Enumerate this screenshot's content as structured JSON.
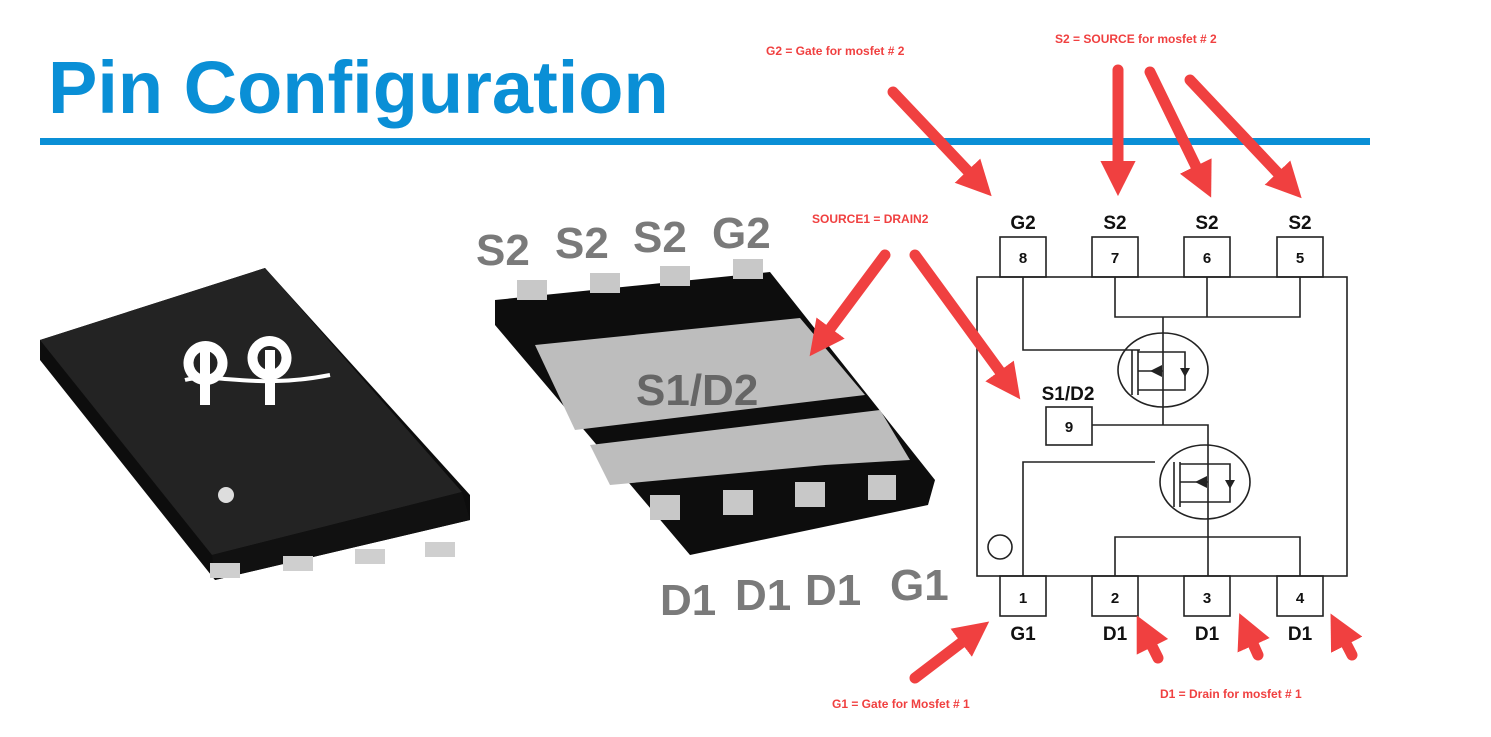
{
  "title": "Pin Configuration",
  "colors": {
    "title": "#0a8fd6",
    "annotation": "#f04040",
    "chip": "#1c1c1c",
    "pad": "#c8c8c8"
  },
  "annotations": {
    "g2": "G2 = Gate for mosfet # 2",
    "s2": "S2 = SOURCE for mosfet # 2",
    "s1d2": "SOURCE1 = DRAIN2",
    "g1": "G1 = Gate for Mosfet # 1",
    "d1": "D1 = Drain for mosfet # 1"
  },
  "package": {
    "top_labels": [
      "S2",
      "S2",
      "S2",
      "G2"
    ],
    "center_label": "S1/D2",
    "bottom_labels": [
      "D1",
      "D1",
      "D1",
      "G1"
    ]
  },
  "schematic": {
    "top_pins": [
      {
        "num": "8",
        "name": "G2"
      },
      {
        "num": "7",
        "name": "S2"
      },
      {
        "num": "6",
        "name": "S2"
      },
      {
        "num": "5",
        "name": "S2"
      }
    ],
    "bottom_pins": [
      {
        "num": "1",
        "name": "G1"
      },
      {
        "num": "2",
        "name": "D1"
      },
      {
        "num": "3",
        "name": "D1"
      },
      {
        "num": "4",
        "name": "D1"
      }
    ],
    "center_pin": {
      "num": "9",
      "name": "S1/D2"
    }
  }
}
